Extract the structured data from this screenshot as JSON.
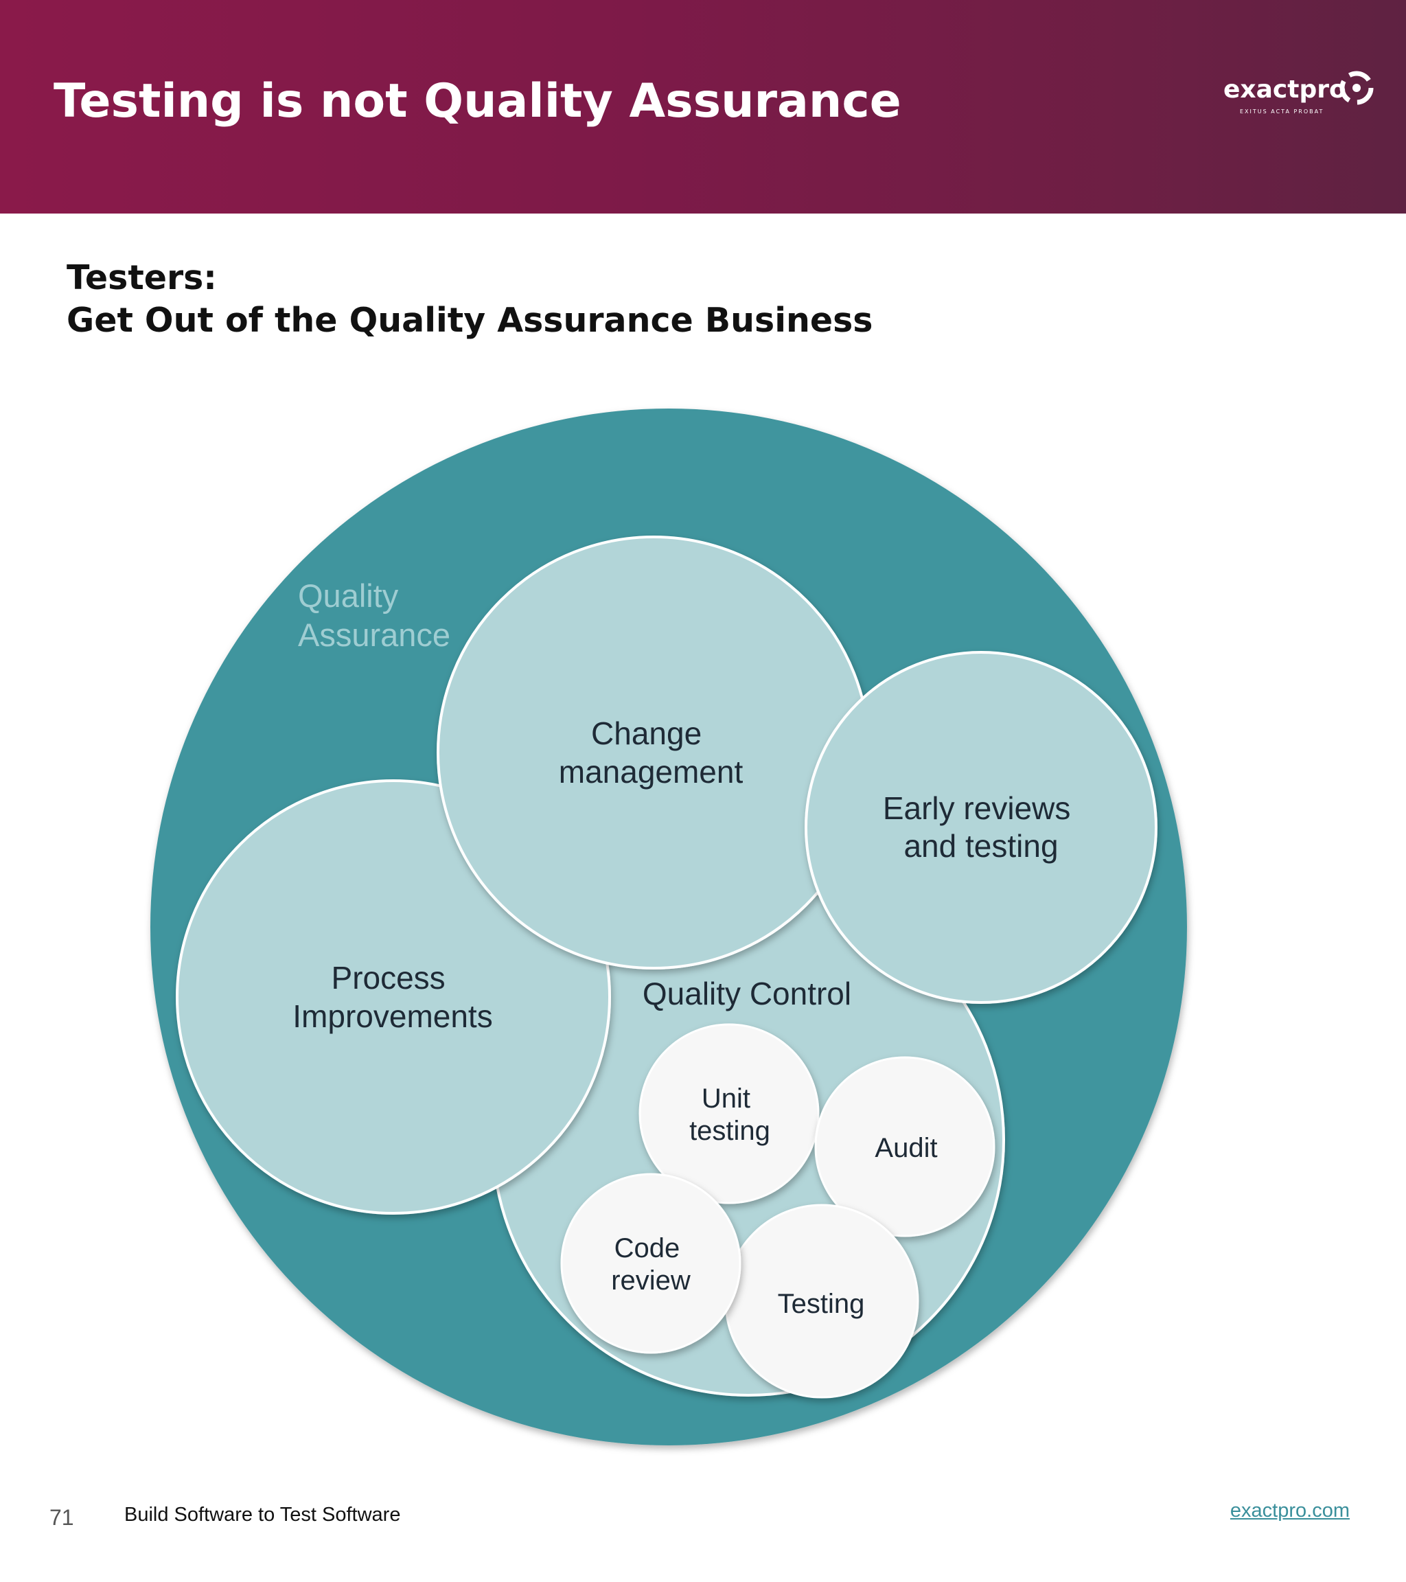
{
  "slide": {
    "title": "Testing is not Quality Assurance",
    "subtitle_line1": "Testers:",
    "subtitle_line2": "Get Out of the Quality Assurance Business"
  },
  "logo": {
    "wordmark": "exactpro",
    "tagline": "EXITUS ACTA PROBAT"
  },
  "diagram": {
    "outer_label_line1": "Quality",
    "outer_label_line2": "Assurance",
    "change_line1": "Change",
    "change_line2": "management",
    "early_line1": "Early reviews",
    "early_line2": "and testing",
    "process_line1": "Process",
    "process_line2": "Improvements",
    "qc_label": "Quality Control",
    "unit_line1": "Unit",
    "unit_line2": "testing",
    "audit": "Audit",
    "code_line1": "Code",
    "code_line2": "review",
    "testing": "Testing"
  },
  "footer": {
    "page_number": "71",
    "deck_title": "Build Software to Test Software",
    "link": "exactpro.com"
  },
  "colors": {
    "header": "#7d1a48",
    "outer_circle": "#41959e",
    "inner_circle": "#b2d5d8",
    "leaf_circle": "#f7f7f7",
    "link": "#3a8f9b"
  }
}
